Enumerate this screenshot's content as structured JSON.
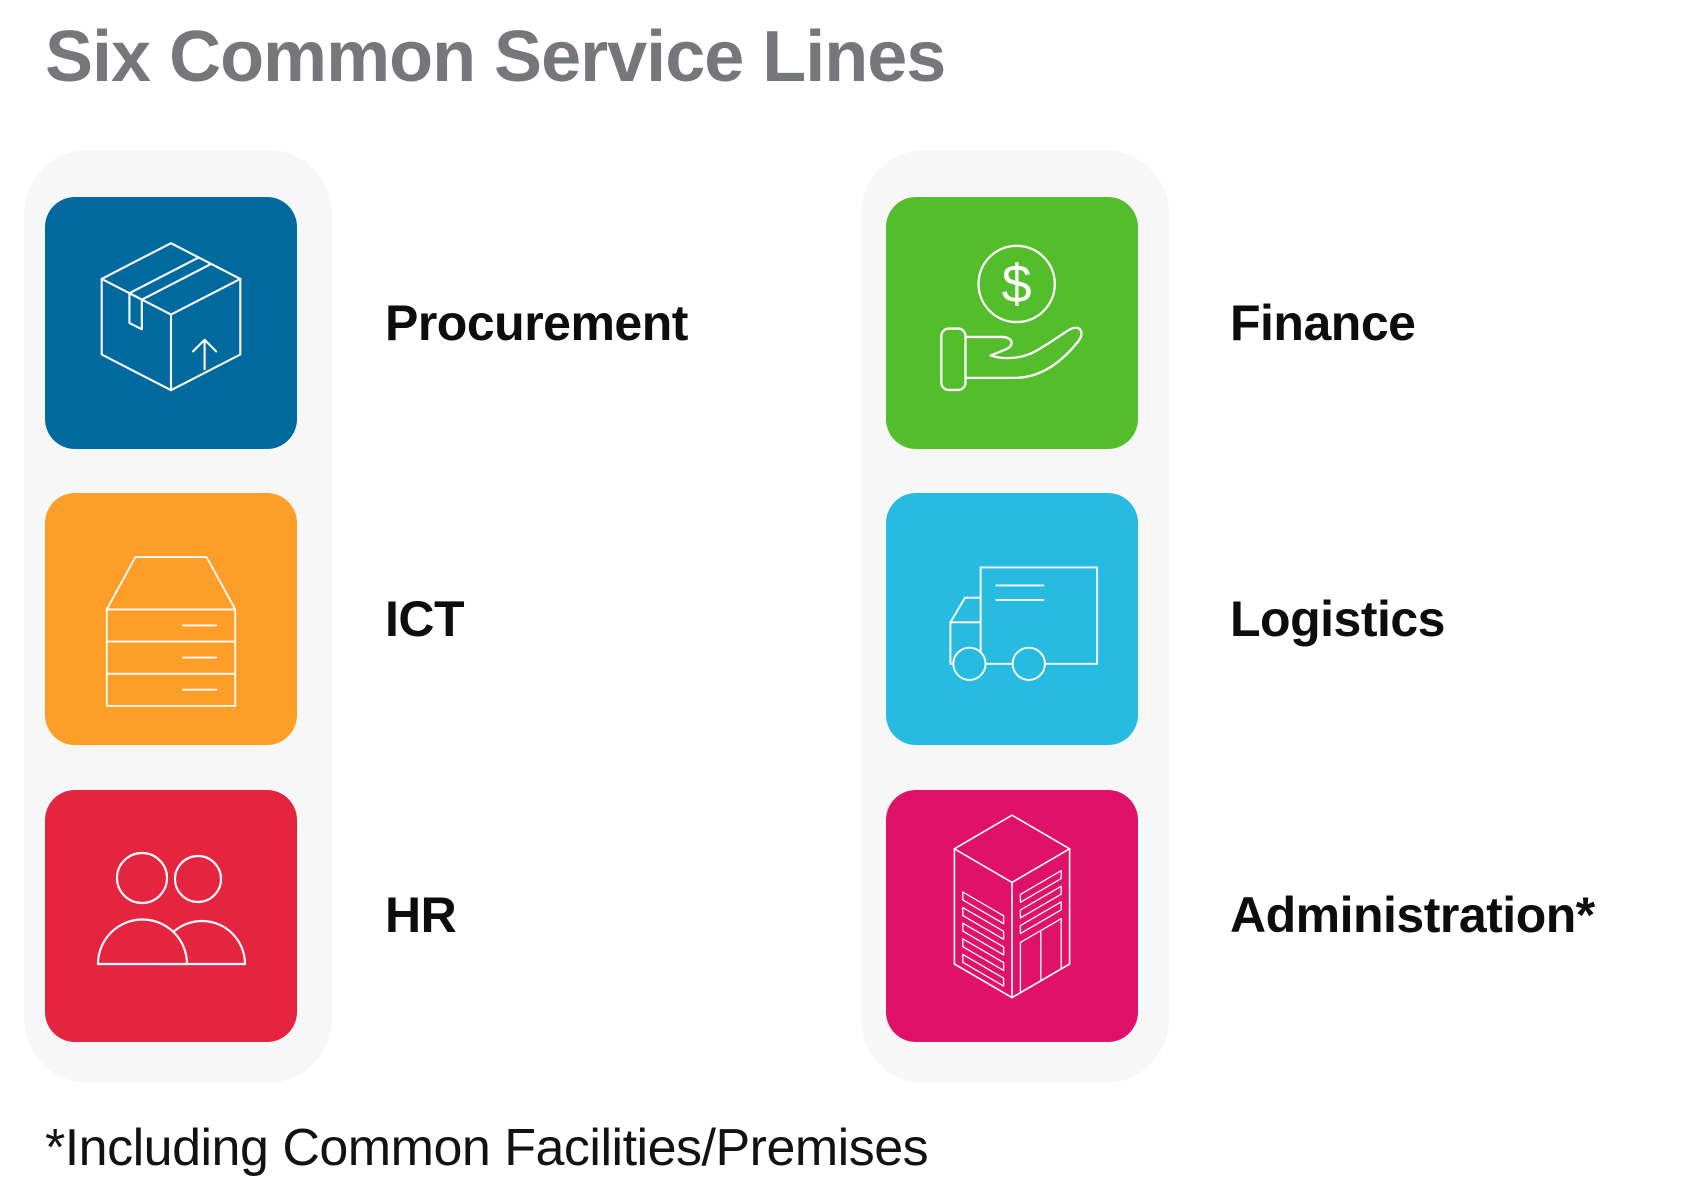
{
  "title": {
    "text": "Six Common Service Lines",
    "color": "#76777A"
  },
  "panel_background": "#F7F7F8",
  "background": "#FFFFFF",
  "label_color": "#0D0D0E",
  "items": [
    {
      "label": "Procurement",
      "color": "#006A9E",
      "icon": "package-icon"
    },
    {
      "label": "ICT",
      "color": "#FD9E28",
      "icon": "server-stack-icon"
    },
    {
      "label": "HR",
      "color": "#E52440",
      "icon": "people-icon"
    },
    {
      "label": "Finance",
      "color": "#54BD2B",
      "icon": "dollar-hand-icon"
    },
    {
      "label": "Logistics",
      "color": "#27BBE2",
      "icon": "truck-icon"
    },
    {
      "label": "Administration*",
      "color": "#E01168",
      "icon": "building-icon"
    }
  ],
  "currency_symbol": "$",
  "footnote": "*Including Common Facilities/Premises"
}
